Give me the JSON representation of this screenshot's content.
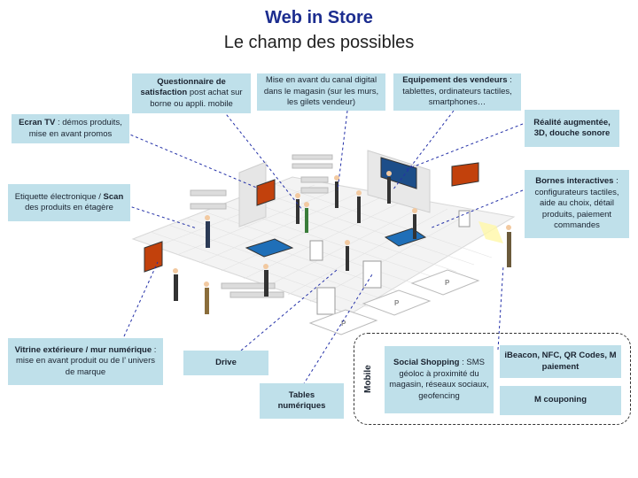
{
  "header": {
    "title": "Web in Store",
    "subtitle": "Le champ des possibles"
  },
  "boxes": {
    "questionnaire": {
      "bold": "Questionnaire de satisfaction",
      "text": " post achat sur borne ou appli. mobile"
    },
    "mise_en_avant": {
      "bold": "",
      "text": "Mise en avant du canal digital dans le magasin (sur les murs, les gilets vendeur)"
    },
    "equipement": {
      "bold": "Equipement des vendeurs",
      "text": " : tablettes, ordinateurs tactiles, smartphones…"
    },
    "ecran_tv": {
      "bold": "Ecran TV",
      "text": " : démos produits, mise en avant promos"
    },
    "realite": {
      "bold": "Réalité augmentée, 3D, douche sonore",
      "text": ""
    },
    "etiquette": {
      "pre": "Etiquette électronique / ",
      "bold": "Scan",
      "text": " des produits en étagère"
    },
    "bornes": {
      "bold": "Bornes interactives",
      "text": " : configurateurs tactiles, aide au choix, détail produits, paiement commandes"
    },
    "vitrine": {
      "bold": "Vitrine extérieure / mur numérique",
      "text": " : mise en avant produit ou de l’ univers de marque"
    },
    "drive": {
      "bold": "Drive",
      "text": ""
    },
    "tables": {
      "bold": "Tables numériques",
      "text": ""
    },
    "social": {
      "bold": "Social Shopping",
      "text": " : SMS géoloc à proximité du magasin, réseaux sociaux, geofencing"
    },
    "ibeacon": {
      "bold": "iBeacon, NFC, QR Codes, M paiement",
      "text": ""
    },
    "mcouponing": {
      "bold": "M couponing",
      "text": ""
    }
  },
  "mobile_label": "Mobile",
  "parking_label": "P",
  "colors": {
    "title": "#1c2d8f",
    "box": "#bfe0ea",
    "leader": "#2431a8"
  }
}
